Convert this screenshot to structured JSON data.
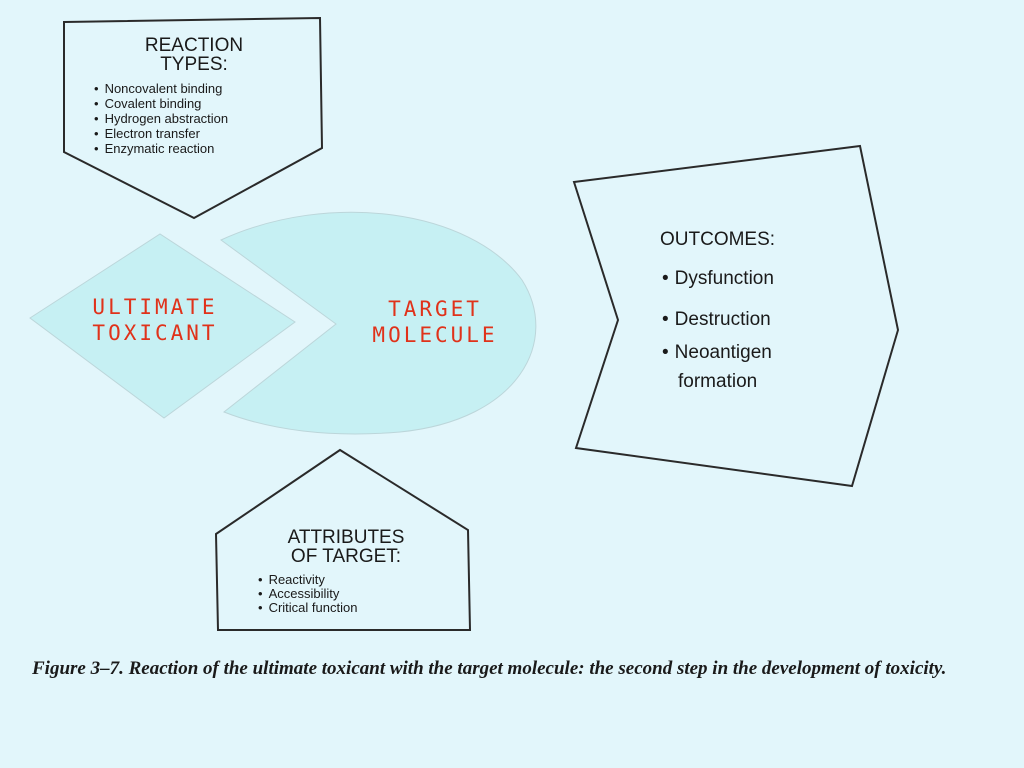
{
  "reaction_types": {
    "title_line1": "REACTION",
    "title_line2": "TYPES:",
    "items": [
      "Noncovalent binding",
      "Covalent binding",
      "Hydrogen abstraction",
      "Electron transfer",
      "Enzymatic reaction"
    ]
  },
  "ultimate_toxicant": {
    "line1": "ULTIMATE",
    "line2": "TOXICANT"
  },
  "target_molecule": {
    "line1": "TARGET",
    "line2": "MOLECULE"
  },
  "outcomes": {
    "title": "OUTCOMES:",
    "items": [
      "Dysfunction",
      "Destruction",
      "Neoantigen"
    ],
    "item3_continuation": "formation"
  },
  "attributes": {
    "title_line1": "ATTRIBUTES",
    "title_line2": "OF TARGET:",
    "items": [
      "Reactivity",
      "Accessibility",
      "Critical function"
    ]
  },
  "caption": "Figure 3–7. Reaction of the ultimate toxicant with the target molecule: the second step in the development of toxicity.",
  "colors": {
    "background": "#e2f6fb",
    "shape_fill": "#c6f0f3",
    "label_red": "#e0321a",
    "outline": "#2a2a2a"
  }
}
